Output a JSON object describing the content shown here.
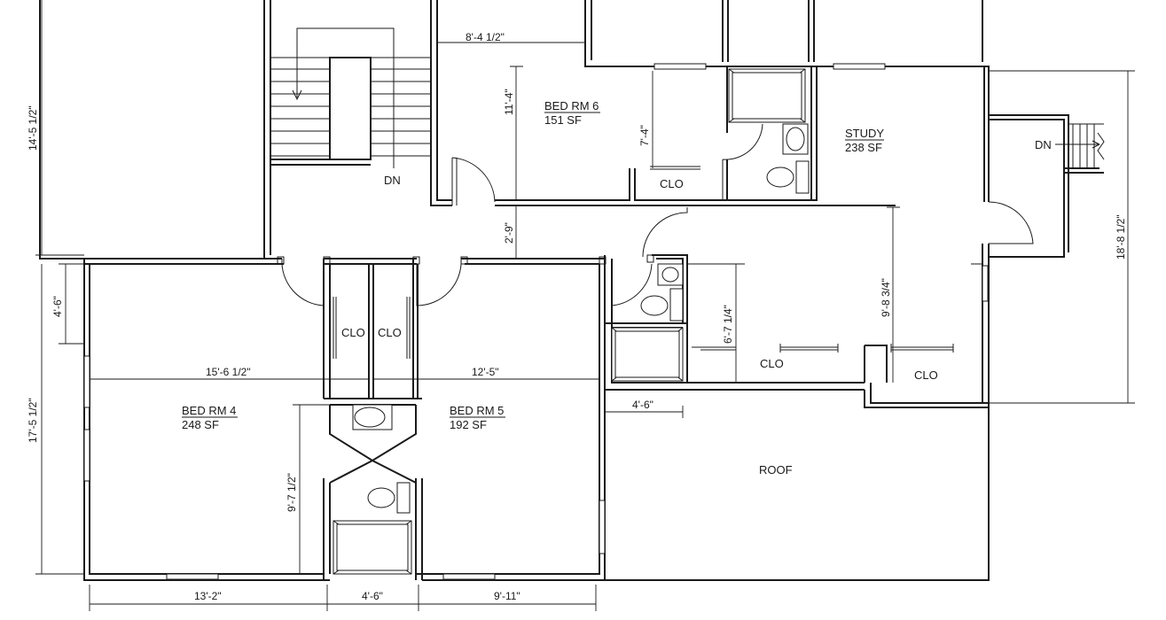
{
  "rooms": {
    "bed4": {
      "name": "BED RM 4",
      "area": "248 SF"
    },
    "bed5": {
      "name": "BED RM 5",
      "area": "192 SF"
    },
    "bed6": {
      "name": "BED RM 6",
      "area": "151 SF"
    },
    "study": {
      "name": "STUDY",
      "area": "238 SF"
    },
    "roof": {
      "name": "ROOF"
    }
  },
  "closets": {
    "clo_bed6": "CLO",
    "clo_left": "CLO",
    "clo_right": "CLO",
    "clo_hall": "CLO",
    "clo_study": "CLO"
  },
  "stairs": {
    "main_dn": "DN",
    "side_dn": "DN"
  },
  "dimensions": {
    "upper_left_height": "14'-5 1/2\"",
    "lower_left_height": "17'-5 1/2\"",
    "window_offset": "4'-6\"",
    "bed4_width": "15'-6 1/2\"",
    "bed5_width": "12'-5\"",
    "bath_height": "9'-7 1/2\"",
    "bed6_width": "8'-4 1/2\"",
    "bed6_height": "11'-4\"",
    "bed6_closet_height": "7'-4\"",
    "hall_width": "2'-9\"",
    "hall_closet_height": "6'-7 1/4\"",
    "study_height": "9'-8 3/4\"",
    "right_height": "18'-8 1/2\"",
    "roof_offset": "4'-6\"",
    "bottom_left": "13'-2\"",
    "bottom_mid": "4'-6\"",
    "bottom_right": "9'-11\""
  }
}
